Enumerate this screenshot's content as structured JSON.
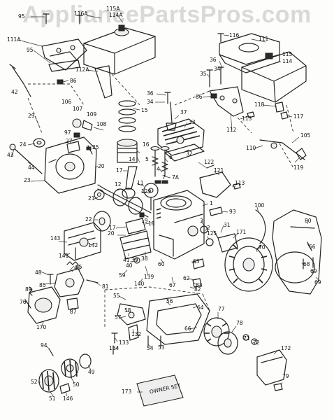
{
  "watermark": "AppliancePartsPros.com",
  "manual_text": "OWNER SET",
  "labels": [
    {
      "id": "l95a",
      "text": "95"
    },
    {
      "id": "l116a",
      "text": "116A"
    },
    {
      "id": "l115a",
      "text": "115A"
    },
    {
      "id": "l114a",
      "text": "114A"
    },
    {
      "id": "l111a",
      "text": "111A"
    },
    {
      "id": "l95b",
      "text": "95"
    },
    {
      "id": "l112a",
      "text": "112A"
    },
    {
      "id": "l86a",
      "text": "86"
    },
    {
      "id": "l116",
      "text": "116"
    },
    {
      "id": "l111",
      "text": "111"
    },
    {
      "id": "l36a",
      "text": "36"
    },
    {
      "id": "l115",
      "text": "115"
    },
    {
      "id": "l114",
      "text": "114"
    },
    {
      "id": "l34a",
      "text": "34"
    },
    {
      "id": "l35",
      "text": "35"
    },
    {
      "id": "l42",
      "text": "42"
    },
    {
      "id": "l36b",
      "text": "36"
    },
    {
      "id": "l34b",
      "text": "34"
    },
    {
      "id": "l15",
      "text": "15"
    },
    {
      "id": "l86b",
      "text": "86"
    },
    {
      "id": "l118",
      "text": "118"
    },
    {
      "id": "l117",
      "text": "117"
    },
    {
      "id": "l106",
      "text": "106"
    },
    {
      "id": "l107",
      "text": "107"
    },
    {
      "id": "l109",
      "text": "109"
    },
    {
      "id": "l37",
      "text": "37"
    },
    {
      "id": "l33",
      "text": "33"
    },
    {
      "id": "l113",
      "text": "113"
    },
    {
      "id": "l112",
      "text": "112"
    },
    {
      "id": "l29",
      "text": "29"
    },
    {
      "id": "l97",
      "text": "97"
    },
    {
      "id": "l108",
      "text": "108"
    },
    {
      "id": "l105",
      "text": "105"
    },
    {
      "id": "l24",
      "text": "24"
    },
    {
      "id": "l27",
      "text": "27"
    },
    {
      "id": "l25",
      "text": "25"
    },
    {
      "id": "l16",
      "text": "16"
    },
    {
      "id": "l32",
      "text": "32"
    },
    {
      "id": "l110",
      "text": "110"
    },
    {
      "id": "l43",
      "text": "43"
    },
    {
      "id": "l14",
      "text": "14"
    },
    {
      "id": "l5",
      "text": "5"
    },
    {
      "id": "l6",
      "text": "6"
    },
    {
      "id": "l119",
      "text": "119"
    },
    {
      "id": "l44",
      "text": "44"
    },
    {
      "id": "l20",
      "text": "20"
    },
    {
      "id": "l122",
      "text": "122"
    },
    {
      "id": "l4",
      "text": "4"
    },
    {
      "id": "l121",
      "text": "121"
    },
    {
      "id": "l17a",
      "text": "17"
    },
    {
      "id": "l7a",
      "text": "7A"
    },
    {
      "id": "l23",
      "text": "23"
    },
    {
      "id": "l11",
      "text": "11"
    },
    {
      "id": "l7",
      "text": "7"
    },
    {
      "id": "l113b",
      "text": "113"
    },
    {
      "id": "l12",
      "text": "12"
    },
    {
      "id": "l129",
      "text": "129"
    },
    {
      "id": "l1",
      "text": "1"
    },
    {
      "id": "l21",
      "text": "21"
    },
    {
      "id": "l93",
      "text": "93"
    },
    {
      "id": "l100",
      "text": "100"
    },
    {
      "id": "l22",
      "text": "22"
    },
    {
      "id": "l19",
      "text": "19"
    },
    {
      "id": "l18",
      "text": "18"
    },
    {
      "id": "l3",
      "text": "3"
    },
    {
      "id": "l31",
      "text": "31"
    },
    {
      "id": "l17b",
      "text": "17"
    },
    {
      "id": "l2",
      "text": "2"
    },
    {
      "id": "l125",
      "text": "125"
    },
    {
      "id": "l171",
      "text": "171"
    },
    {
      "id": "l80",
      "text": "80"
    },
    {
      "id": "l143",
      "text": "143"
    },
    {
      "id": "l20b",
      "text": "20"
    },
    {
      "id": "l142",
      "text": "142"
    },
    {
      "id": "l70",
      "text": "70"
    },
    {
      "id": "l66",
      "text": "66"
    },
    {
      "id": "l141",
      "text": "141"
    },
    {
      "id": "l41",
      "text": "41"
    },
    {
      "id": "l39",
      "text": "39"
    },
    {
      "id": "l38",
      "text": "38"
    },
    {
      "id": "l40",
      "text": "40"
    },
    {
      "id": "l60",
      "text": "60"
    },
    {
      "id": "l63",
      "text": "63"
    },
    {
      "id": "l68",
      "text": "68"
    },
    {
      "id": "l67",
      "text": "67"
    },
    {
      "id": "l48",
      "text": "48"
    },
    {
      "id": "l46",
      "text": "46"
    },
    {
      "id": "l59",
      "text": "59"
    },
    {
      "id": "l139",
      "text": "139"
    },
    {
      "id": "l62",
      "text": "62"
    },
    {
      "id": "l69a",
      "text": "69"
    },
    {
      "id": "l85",
      "text": "85"
    },
    {
      "id": "l45",
      "text": "45"
    },
    {
      "id": "l140",
      "text": "140"
    },
    {
      "id": "l81",
      "text": "81"
    },
    {
      "id": "l83",
      "text": "83"
    },
    {
      "id": "l89",
      "text": "89"
    },
    {
      "id": "l82",
      "text": "82"
    },
    {
      "id": "l69b",
      "text": "69"
    },
    {
      "id": "l76",
      "text": "76"
    },
    {
      "id": "l55",
      "text": "55"
    },
    {
      "id": "l56",
      "text": "56"
    },
    {
      "id": "l64",
      "text": "64"
    },
    {
      "id": "l77",
      "text": "77"
    },
    {
      "id": "l87",
      "text": "87"
    },
    {
      "id": "l58",
      "text": "58"
    },
    {
      "id": "l57",
      "text": "57"
    },
    {
      "id": "l170",
      "text": "170"
    },
    {
      "id": "l132",
      "text": "132"
    },
    {
      "id": "l66b",
      "text": "66"
    },
    {
      "id": "l78",
      "text": "78"
    },
    {
      "id": "l71",
      "text": "71"
    },
    {
      "id": "l133",
      "text": "133"
    },
    {
      "id": "l72",
      "text": "72"
    },
    {
      "id": "l94",
      "text": "94"
    },
    {
      "id": "l134",
      "text": "134"
    },
    {
      "id": "l54",
      "text": "54"
    },
    {
      "id": "l53",
      "text": "53"
    },
    {
      "id": "l172",
      "text": "172"
    },
    {
      "id": "l49",
      "text": "49"
    },
    {
      "id": "l52",
      "text": "52"
    },
    {
      "id": "l50",
      "text": "50"
    },
    {
      "id": "l79",
      "text": "79"
    },
    {
      "id": "l51",
      "text": "51"
    },
    {
      "id": "l146",
      "text": "146"
    },
    {
      "id": "l173",
      "text": "173"
    }
  ]
}
